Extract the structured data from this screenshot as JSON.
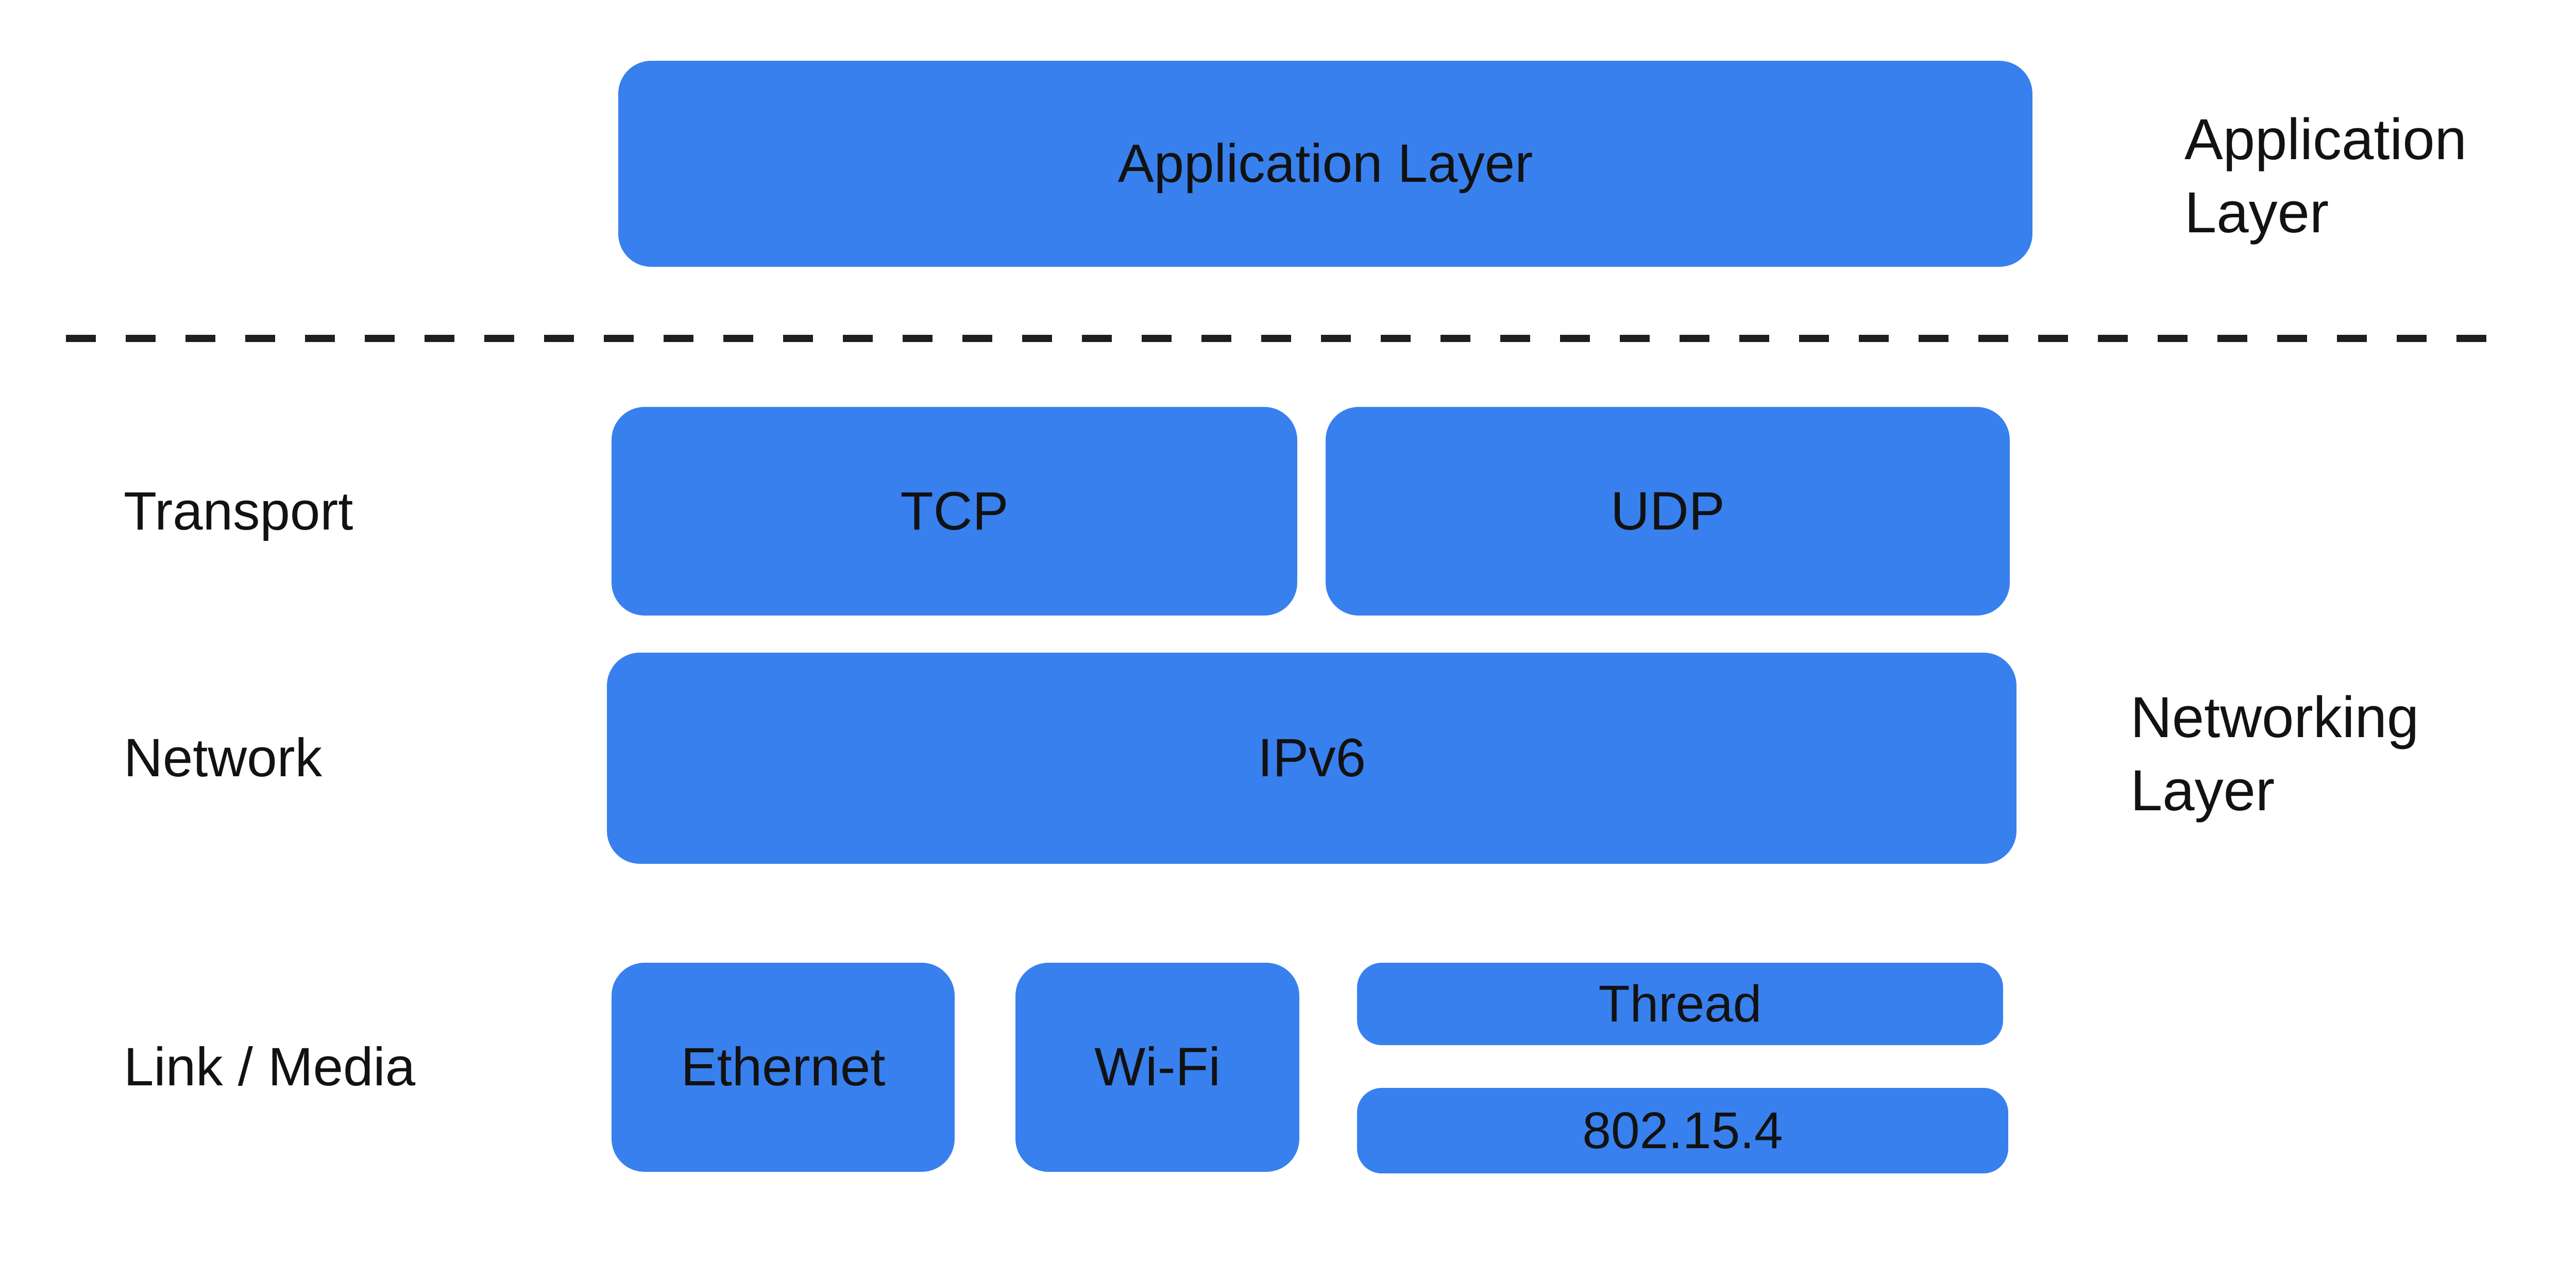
{
  "colors": {
    "background": "#FFFFFF",
    "box-blue": "#3880ED",
    "text": "#121212",
    "dash": "#1F1F1F"
  },
  "stack": {
    "application": {
      "box": "Application Layer"
    },
    "transport": {
      "label": "Transport",
      "tcp": "TCP",
      "udp": "UDP"
    },
    "network": {
      "label": "Network",
      "ipv6": "IPv6"
    },
    "link": {
      "label": "Link / Media",
      "ethernet": "Ethernet",
      "wifi": "Wi-Fi",
      "thread": "Thread",
      "ieee802154": "802.15.4"
    }
  },
  "side_labels": {
    "application": {
      "line1": "Application",
      "line2": "Layer"
    },
    "networking": {
      "line1": "Networking",
      "line2": "Layer"
    }
  }
}
